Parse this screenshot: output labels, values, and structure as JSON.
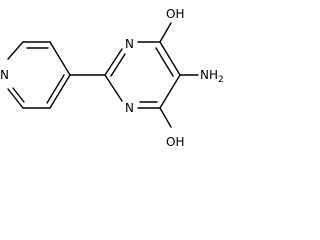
{
  "structure": {
    "atoms": {
      "pyridine_n": "N",
      "ring_n_top": "N",
      "ring_n_bottom": "N",
      "oh_top": "OH",
      "oh_bottom": "OH",
      "amine": "NH",
      "amine_subscript": "2"
    },
    "colors": {
      "bond": "#000000",
      "label": "#000000",
      "background": "#ffffff"
    }
  }
}
